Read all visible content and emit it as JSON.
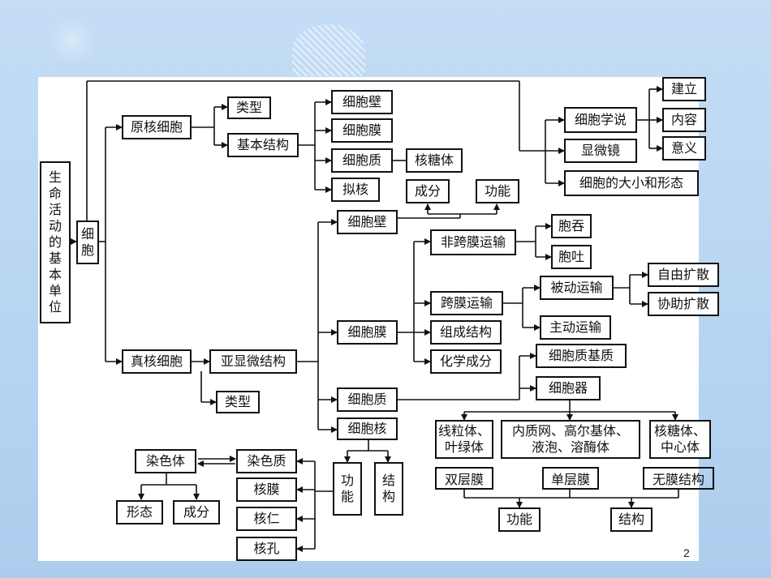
{
  "nodes": {
    "root": "生\n命\n活\n动\n的\n基\n本\n单\n位",
    "cell": "细\n胞",
    "prokaryote": "原核细胞",
    "pro_type": "类型",
    "pro_basic": "基本结构",
    "pro_wall": "细胞壁",
    "pro_membrane": "细胞膜",
    "pro_cytoplasm": "细胞质",
    "pro_ribosome": "核糖体",
    "pro_nucleoid": "拟核",
    "theory": "细胞学说",
    "theory_build": "建立",
    "theory_content": "内容",
    "theory_meaning": "意义",
    "microscope": "显微镜",
    "size_shape": "细胞的大小和形态",
    "wall_component": "成分",
    "wall_function": "功能",
    "eukaryote": "真核细胞",
    "euk_submicro": "亚显微结构",
    "euk_type": "类型",
    "euk_wall": "细胞壁",
    "euk_membrane": "细胞膜",
    "non_transmembrane": "非跨膜运输",
    "endocytosis": "胞吞",
    "exocytosis": "胞吐",
    "transmembrane": "跨膜运输",
    "passive": "被动运输",
    "free_diffusion": "自由扩散",
    "facilitated": "协助扩散",
    "active": "主动运输",
    "composition": "组成结构",
    "chem_component": "化学成分",
    "euk_cytoplasm": "细胞质",
    "matrix": "细胞质基质",
    "organelles": "细胞器",
    "mito_chloro": "线粒体、\n叶绿体",
    "er_group": "内质网、高尔基体、\n液泡、溶酶体",
    "ribo_centro": "核糖体、\n中心体",
    "double_membrane": "双层膜",
    "single_membrane": "单层膜",
    "no_membrane": "无膜结构",
    "org_function": "功能",
    "org_structure": "结构",
    "nucleus": "细胞核",
    "nuc_function": "功\n能",
    "nuc_structure": "结\n构",
    "chromatin": "染色质",
    "chromosome": "染色体",
    "nuc_envelope": "核膜",
    "nucleolus": "核仁",
    "nuc_pore": "核孔",
    "chr_shape": "形态",
    "chr_component": "成分"
  },
  "page_number": "2"
}
